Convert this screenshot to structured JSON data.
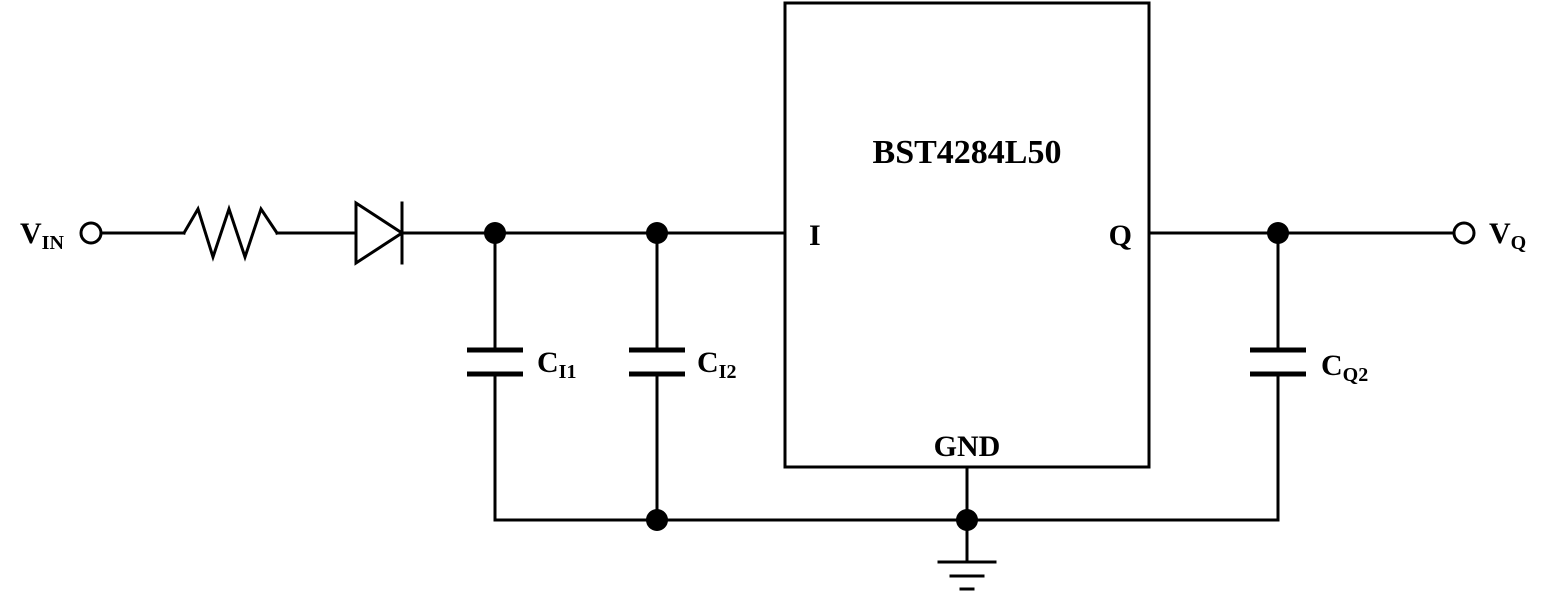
{
  "chip": {
    "name": "BST4284L50",
    "pin_input": "I",
    "pin_output": "Q",
    "pin_ground": "GND"
  },
  "terminals": {
    "input": {
      "main": "V",
      "sub": "IN"
    },
    "output": {
      "main": "V",
      "sub": "Q"
    }
  },
  "capacitors": [
    {
      "main": "C",
      "sub": "I1"
    },
    {
      "main": "C",
      "sub": "I2"
    },
    {
      "main": "C",
      "sub": "Q2"
    }
  ],
  "components": {
    "resistor_icon": "resistor-zigzag",
    "diode_icon": "diode-triangle",
    "ground_icon": "ground-symbol"
  },
  "colors": {
    "line": "#000000",
    "background": "#ffffff"
  }
}
